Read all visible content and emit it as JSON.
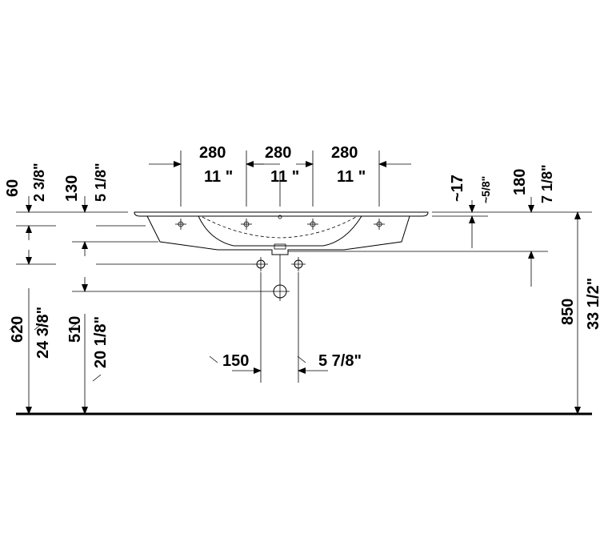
{
  "dimensions": {
    "top_spacing": [
      {
        "mm": "280",
        "inch": "11 \""
      },
      {
        "mm": "280",
        "inch": "11 \""
      },
      {
        "mm": "280",
        "inch": "11 \""
      }
    ],
    "left_heights": [
      {
        "mm": "60",
        "inch": "2 3/8\""
      },
      {
        "mm": "130",
        "inch": "5 1/8\""
      }
    ],
    "right_heights": [
      {
        "mm": "~17",
        "inch": "~5/8\""
      },
      {
        "mm": "180",
        "inch": "7 1/8\""
      }
    ],
    "overall_height": {
      "mm": "850",
      "inch": "33 1/2\""
    },
    "lower_left": [
      {
        "mm": "620",
        "inch": "24 3/8\""
      },
      {
        "mm": "510",
        "inch": "20 1/8\""
      }
    ],
    "drain_offset": {
      "mm": "150",
      "inch": "5 7/8\""
    }
  }
}
